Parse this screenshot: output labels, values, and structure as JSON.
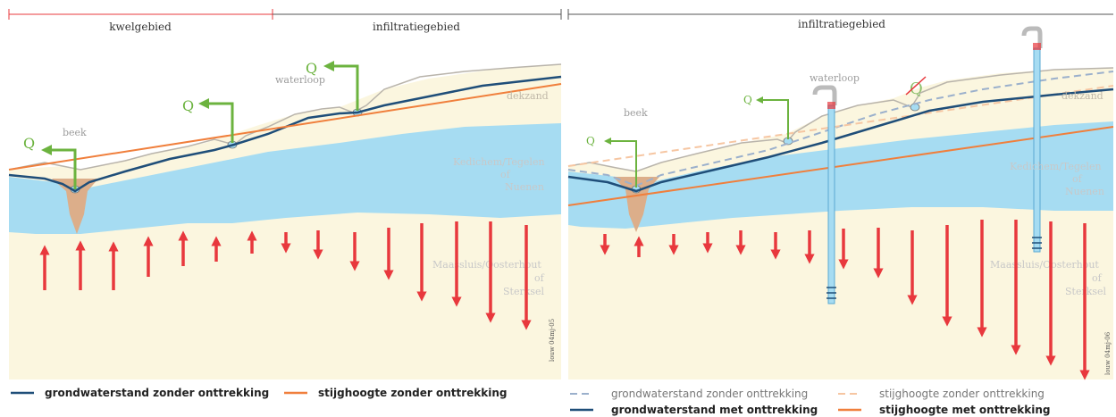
{
  "colors": {
    "groundwater": "#1f4e79",
    "head": "#f07f3c",
    "aquifer": "#a6dcf2",
    "sand": "#fbf6df",
    "arrow": "#e8383d",
    "q_arrow": "#6cb33f",
    "clay": "#dcae8a",
    "region_line": "#e8383d"
  },
  "left": {
    "region_kwel": "kwelgebied",
    "region_infiltratie": "infiltratiegebied",
    "label_beek": "beek",
    "label_waterloop": "waterloop",
    "label_dekzand": "dekzand",
    "label_kedichem": "Kedichem/Tegelen",
    "label_of1": "of",
    "label_nuenen": "Nuenen",
    "label_maassluis": "Maassluis/Oosterhout",
    "label_of2": "of",
    "label_sterksel": "Sterksel",
    "q_labels": [
      "Q",
      "Q",
      "Q"
    ],
    "credit": "louw 04mj-05",
    "legend": [
      {
        "text": "grondwaterstand zonder onttrekking",
        "style": "solid-dark"
      },
      {
        "text": "stijghoogte zonder onttrekking",
        "style": "solid-orange"
      }
    ]
  },
  "right": {
    "region_infiltratie": "infiltratiegebied",
    "label_beek": "beek",
    "label_waterloop": "waterloop",
    "label_dekzand": "dekzand",
    "label_kedichem": "Kedichem/Tegelen",
    "label_of1": "of",
    "label_nuenen": "Nuenen",
    "label_maassluis": "Maassluis/Oosterhout",
    "label_of2": "of",
    "label_sterksel": "Sterksel",
    "q_labels": [
      "Q",
      "Q",
      "Q"
    ],
    "credit": "louw 04mj-06",
    "legend": [
      {
        "text": "grondwaterstand zonder onttrekking",
        "style": "dashed-dark"
      },
      {
        "text": "stijghoogte zonder onttrekking",
        "style": "dashed-orange"
      },
      {
        "text": "grondwaterstand met onttrekking",
        "style": "solid-dark"
      },
      {
        "text": "stijghoogte met onttrekking",
        "style": "solid-orange"
      }
    ]
  }
}
